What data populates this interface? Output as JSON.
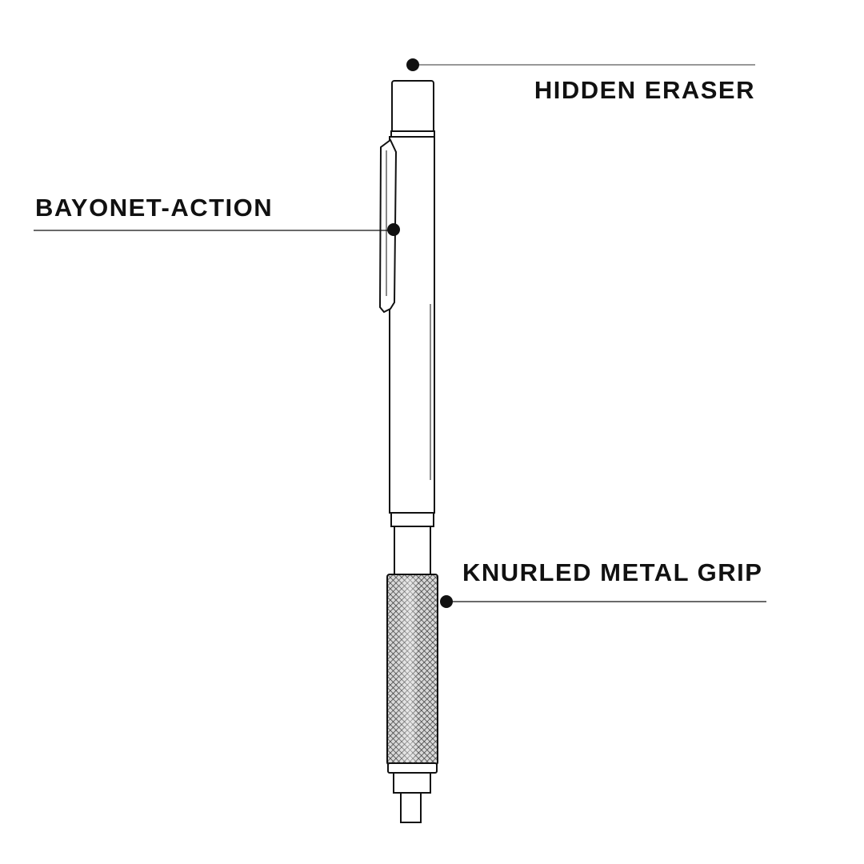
{
  "callouts": {
    "eraser": "HIDDEN ERASER",
    "bayonet": "BAYONET-ACTION",
    "grip": "KNURLED METAL GRIP"
  },
  "colors": {
    "ink": "#111111",
    "line": "#555555",
    "grip": "#8a8a8a"
  }
}
